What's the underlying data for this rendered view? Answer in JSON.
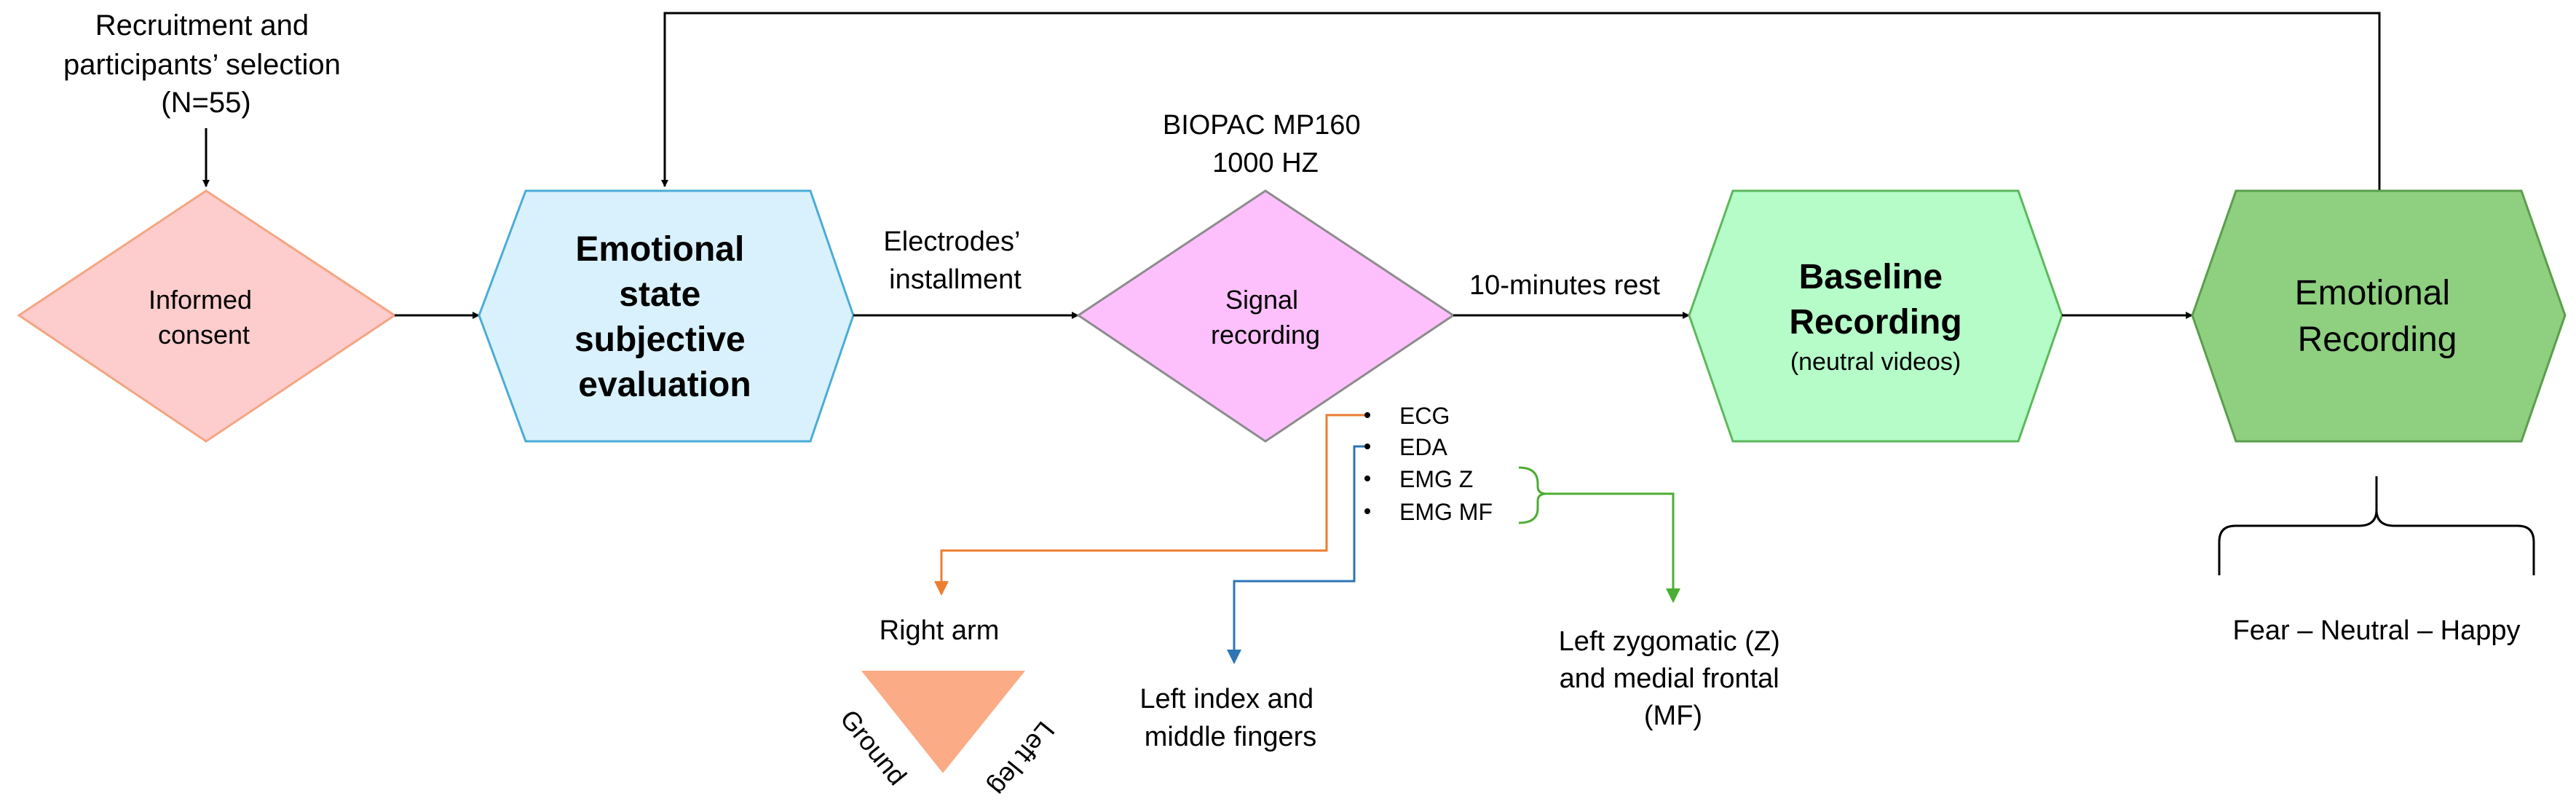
{
  "recruitment": {
    "line1": "Recruitment and",
    "line2": "participants’ selection",
    "line3": "(N=55)"
  },
  "consent": {
    "line1": "Informed",
    "line2": "consent"
  },
  "subjective": {
    "line1": "Emotional",
    "line2": "state",
    "line3": "subjective",
    "line4": "evaluation"
  },
  "electrodes_label": {
    "line1": "Electrodes’",
    "line2": "installment"
  },
  "device": {
    "line1": "BIOPAC MP160",
    "line2": "1000 HZ"
  },
  "signal": {
    "line1": "Signal",
    "line2": "recording"
  },
  "rest_label": "10-minutes rest",
  "baseline": {
    "line1": "Baseline",
    "line2": "Recording",
    "line3": "(neutral videos)"
  },
  "emotional_recording": {
    "line1": "Emotional",
    "line2": "Recording"
  },
  "signals": [
    "ECG",
    "EDA",
    "EMG Z",
    "EMG MF"
  ],
  "placements": {
    "right_arm": "Right arm",
    "left_fingers": {
      "line1": "Left index and",
      "line2": "middle fingers"
    },
    "face": {
      "line1": "Left zygomatic (Z)",
      "line2": "and medial frontal",
      "line3": "(MF)"
    }
  },
  "ground_triangle": {
    "left": "Ground",
    "right": "Left leg"
  },
  "conditions": "Fear – Neutral – Happy",
  "colors": {
    "consent_fill": "#fdcccc",
    "consent_stroke": "#f4a582",
    "subjective_fill": "#d9f1fc",
    "subjective_stroke": "#4bacd6",
    "signal_fill": "#fdc0fd",
    "signal_stroke": "#8c8c8c",
    "baseline_fill": "#b5fcc8",
    "baseline_stroke": "#5cb85c",
    "emotional_fill": "#8ecf80",
    "emotional_stroke": "#5a9e4c",
    "ecg_line": "#ed7d31",
    "eda_line": "#2e75b6",
    "emg_line": "#4cae33",
    "ground_fill": "#fbab85"
  }
}
